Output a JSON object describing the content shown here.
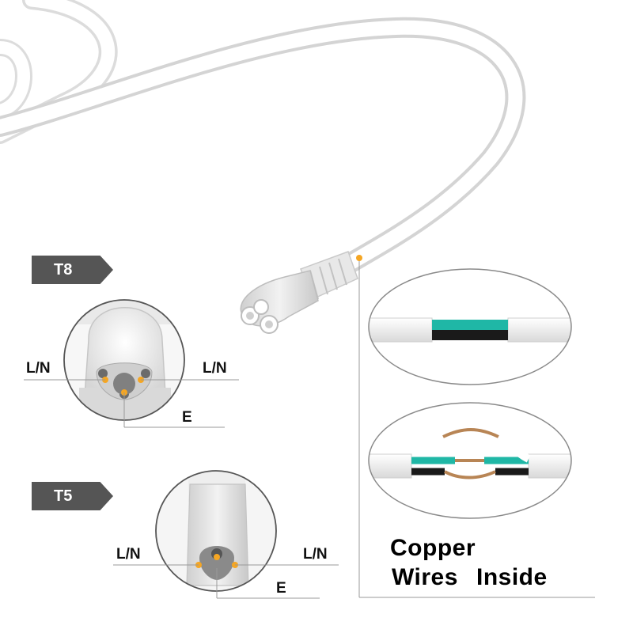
{
  "colors": {
    "tag_bg": "#555555",
    "pin_marker": "#f5a623",
    "cable_white": "#ffffff",
    "wire_teal": "#1fb7a6",
    "wire_black": "#1a1a1a",
    "copper": "#b88555",
    "callout_line": "#888888"
  },
  "t8": {
    "tag": "T8",
    "left_label": "L/N",
    "right_label": "L/N",
    "bottom_label": "E"
  },
  "t5": {
    "tag": "T5",
    "left_label": "L/N",
    "right_label": "L/N",
    "bottom_label": "E"
  },
  "caption": {
    "line1": "Copper",
    "line2_a": "Wires",
    "line2_b": "Inside"
  }
}
